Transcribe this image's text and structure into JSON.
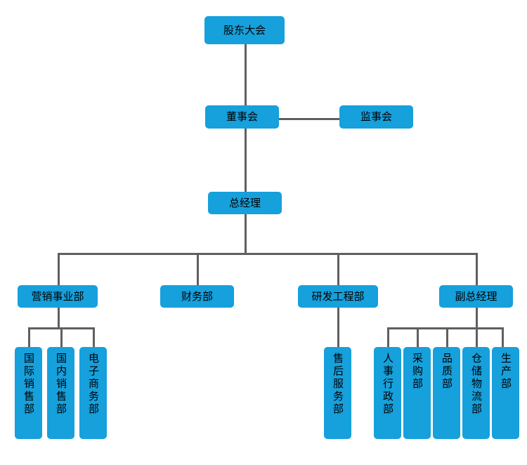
{
  "meta": {
    "title": "公司组织架构图",
    "node_fill_color": "#16a0dc",
    "connector_color": "#5f5f5f",
    "background_color": "#ffffff",
    "text_color": "#000000"
  },
  "nodes": {
    "shareholders_meeting": {
      "label": "股东大会"
    },
    "board_of_directors": {
      "label": "董事会"
    },
    "board_of_supervisors": {
      "label": "监事会"
    },
    "general_manager": {
      "label": "总经理"
    },
    "marketing_division": {
      "label": "营销事业部"
    },
    "finance_department": {
      "label": "财务部"
    },
    "rd_engineering_department": {
      "label": "研发工程部"
    },
    "deputy_general_manager": {
      "label": "副总经理"
    },
    "international_sales_department": {
      "label": "国际销售部"
    },
    "domestic_sales_department": {
      "label": "国内销售部"
    },
    "ecommerce_department": {
      "label": "电子商务部"
    },
    "after_sales_service_department": {
      "label": "售后服务部"
    },
    "hr_administration_department": {
      "label": "人事行政部"
    },
    "purchasing_department": {
      "label": "采购部"
    },
    "quality_department": {
      "label": "品质部"
    },
    "warehouse_logistics_department": {
      "label": "仓储物流部"
    },
    "production_department": {
      "label": "生产部"
    }
  }
}
